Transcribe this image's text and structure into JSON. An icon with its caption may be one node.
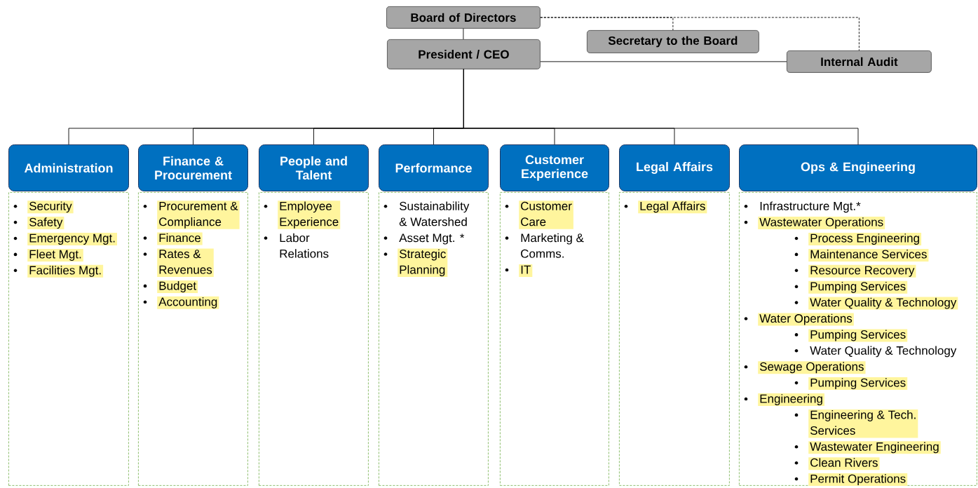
{
  "diagram": {
    "nodes": [
      {
        "text": [
          "Board of Directors"
        ]
      },
      {
        "text": [
          "Secretary to the Board"
        ]
      },
      {
        "text": [
          "President / CEO"
        ]
      },
      {
        "text": [
          "Internal Audit"
        ]
      },
      {
        "text": [
          "Administration"
        ]
      },
      {
        "text": [
          "Finance & Procurement"
        ]
      },
      {
        "text": [
          "People and Talent"
        ]
      },
      {
        "text": [
          "Performance"
        ]
      },
      {
        "text": [
          "Customer Experience"
        ]
      },
      {
        "text": [
          "Legal Affairs"
        ]
      },
      {
        "text": [
          "Ops & Engineering"
        ]
      },
      {
        "text": [
          "Security",
          "Safety",
          "Emergency Mgt.",
          "Fleet Mgt.",
          "Facilities Mgt."
        ]
      },
      {
        "text": [
          "Procurement & Compliance",
          "Finance",
          "Rates & Revenues",
          "Budget",
          "Accounting"
        ]
      },
      {
        "text": [
          "Employee Experience",
          "Labor Relations"
        ]
      },
      {
        "text": [
          "Sustainability & Watershed",
          "Asset Mgt. *",
          "Strategic Planning"
        ]
      },
      {
        "text": [
          "Customer Care",
          "Marketing & Comms.",
          "IT"
        ]
      },
      {
        "text": [
          "Legal Affairs"
        ]
      },
      {
        "text": [
          "Infrastructure Mgt.*",
          "Wastewater Operations",
          "Process Engineering",
          "Maintenance Services",
          "Resource Recovery",
          "Pumping Services",
          "Water Quality & Technology",
          "Water Operations",
          "Pumping Services",
          "Water Quality & Technology",
          "Sewage Operations",
          "Pumping Services",
          "Engineering",
          "Engineering & Tech. Services",
          "Wastewater Engineering",
          "Clean Rivers",
          "Permit Operations"
        ]
      }
    ],
    "edges": [
      {
        "from": 0,
        "to": 2,
        "arrow": "none"
      },
      {
        "from": 0,
        "to": 1,
        "arrow": "none",
        "style": "dashed"
      },
      {
        "from": 0,
        "to": 3,
        "arrow": "none",
        "style": "dashed"
      },
      {
        "from": 2,
        "to": 3,
        "arrow": "none"
      },
      {
        "from": 2,
        "to": 4,
        "arrow": "none"
      },
      {
        "from": 2,
        "to": 5,
        "arrow": "none"
      },
      {
        "from": 2,
        "to": 6,
        "arrow": "none"
      },
      {
        "from": 2,
        "to": 7,
        "arrow": "none"
      },
      {
        "from": 2,
        "to": 8,
        "arrow": "none"
      },
      {
        "from": 2,
        "to": 9,
        "arrow": "none"
      },
      {
        "from": 2,
        "to": 10,
        "arrow": "none"
      }
    ]
  }
}
